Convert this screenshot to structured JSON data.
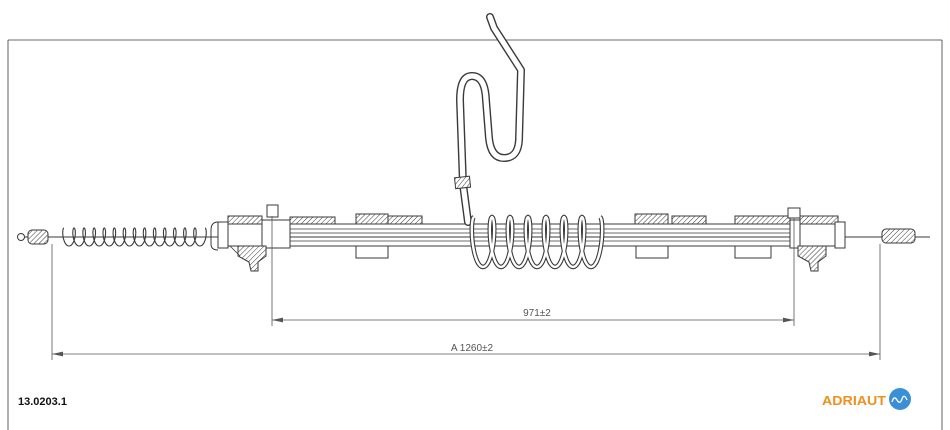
{
  "drawing": {
    "part_number": "13.0203.1"
  },
  "dimensions": {
    "inner_length": "971±2",
    "overall_length": "A 1260±2"
  },
  "logo": {
    "text": "ADRIAUT",
    "text_color": "#f0901e",
    "badge_color": "#3a8fd6"
  },
  "colors": {
    "line": "#3a3a3a",
    "dimension_text": "#555555"
  }
}
